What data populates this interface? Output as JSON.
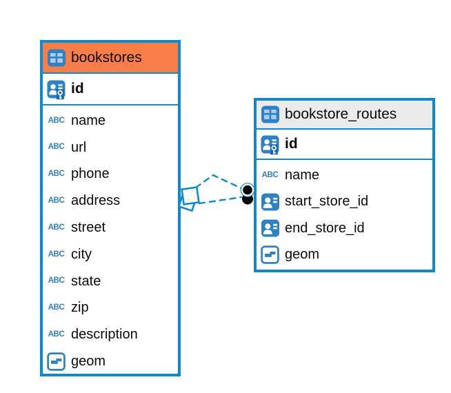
{
  "colors": {
    "accent_blue": "#1088CC",
    "icon_blue": "#2E81C4",
    "icon_cell_blue": "#A9CDE9",
    "key_badge_blue": "#1568AC",
    "bookstores_header": "#F87D46",
    "routes_header": "#EBEBEB",
    "dot_black": "#000000",
    "text": "#0B0B0B",
    "background": "#FFFFFF"
  },
  "icons": {
    "table": "table-grid-icon",
    "pk": "user-key-primary-key-icon",
    "reference": "user-card-reference-icon",
    "text": "abc-text-type-icon",
    "geometry": "square-dash-geometry-icon"
  },
  "diagram": {
    "tables": [
      {
        "name": "bookstores",
        "header_color": "#F87D46",
        "primary_key": {
          "name": "id",
          "type": "pk"
        },
        "columns": [
          {
            "name": "name",
            "type": "text"
          },
          {
            "name": "url",
            "type": "text"
          },
          {
            "name": "phone",
            "type": "text"
          },
          {
            "name": "address",
            "type": "text"
          },
          {
            "name": "street",
            "type": "text"
          },
          {
            "name": "city",
            "type": "text"
          },
          {
            "name": "state",
            "type": "text"
          },
          {
            "name": "zip",
            "type": "text"
          },
          {
            "name": "description",
            "type": "text"
          },
          {
            "name": "geom",
            "type": "geometry"
          }
        ]
      },
      {
        "name": "bookstore_routes",
        "header_color": "#EBEBEB",
        "primary_key": {
          "name": "id",
          "type": "pk"
        },
        "columns": [
          {
            "name": "name",
            "type": "text"
          },
          {
            "name": "start_store_id",
            "type": "reference"
          },
          {
            "name": "end_store_id",
            "type": "reference"
          },
          {
            "name": "geom",
            "type": "geometry"
          }
        ]
      }
    ],
    "relationships": [
      {
        "from": "bookstore_routes",
        "to": "bookstores",
        "line_style": "dashed",
        "line_count": 2,
        "source_marker": "black-dots",
        "target_marker": "overlapping-squares"
      }
    ]
  }
}
